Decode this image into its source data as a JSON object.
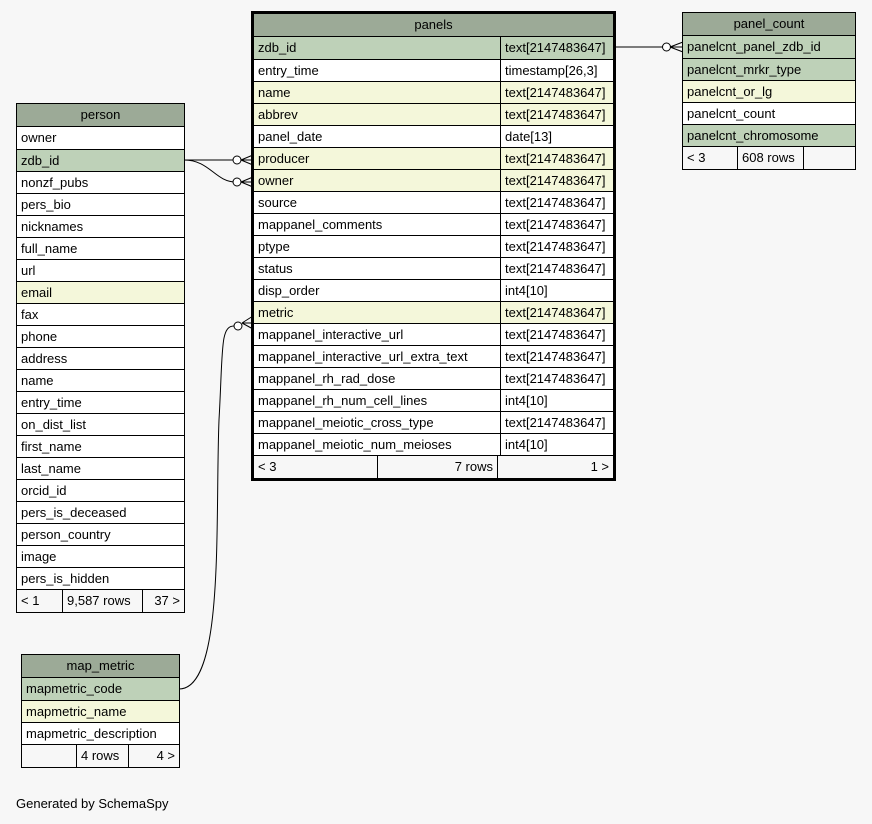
{
  "tables": {
    "panels": {
      "title": "panels",
      "columns": [
        {
          "name": "zdb_id",
          "type": "text[2147483647]",
          "kind": "pk"
        },
        {
          "name": "entry_time",
          "type": "timestamp[26,3]",
          "kind": "plain"
        },
        {
          "name": "name",
          "type": "text[2147483647]",
          "kind": "fk"
        },
        {
          "name": "abbrev",
          "type": "text[2147483647]",
          "kind": "fk"
        },
        {
          "name": "panel_date",
          "type": "date[13]",
          "kind": "plain"
        },
        {
          "name": "producer",
          "type": "text[2147483647]",
          "kind": "fk"
        },
        {
          "name": "owner",
          "type": "text[2147483647]",
          "kind": "fk"
        },
        {
          "name": "source",
          "type": "text[2147483647]",
          "kind": "plain"
        },
        {
          "name": "mappanel_comments",
          "type": "text[2147483647]",
          "kind": "plain"
        },
        {
          "name": "ptype",
          "type": "text[2147483647]",
          "kind": "plain"
        },
        {
          "name": "status",
          "type": "text[2147483647]",
          "kind": "plain"
        },
        {
          "name": "disp_order",
          "type": "int4[10]",
          "kind": "plain"
        },
        {
          "name": "metric",
          "type": "text[2147483647]",
          "kind": "fk"
        },
        {
          "name": "mappanel_interactive_url",
          "type": "text[2147483647]",
          "kind": "plain"
        },
        {
          "name": "mappanel_interactive_url_extra_text",
          "type": "text[2147483647]",
          "kind": "plain"
        },
        {
          "name": "mappanel_rh_rad_dose",
          "type": "text[2147483647]",
          "kind": "plain"
        },
        {
          "name": "mappanel_rh_num_cell_lines",
          "type": "int4[10]",
          "kind": "plain"
        },
        {
          "name": "mappanel_meiotic_cross_type",
          "type": "text[2147483647]",
          "kind": "plain"
        },
        {
          "name": "mappanel_meiotic_num_meioses",
          "type": "int4[10]",
          "kind": "plain"
        }
      ],
      "footer": [
        "< 3",
        "7 rows",
        "1 >"
      ]
    },
    "panel_count": {
      "title": "panel_count",
      "columns": [
        {
          "name": "panelcnt_panel_zdb_id",
          "kind": "pk"
        },
        {
          "name": "panelcnt_mrkr_type",
          "kind": "pk"
        },
        {
          "name": "panelcnt_or_lg",
          "kind": "fk"
        },
        {
          "name": "panelcnt_count",
          "kind": "plain"
        },
        {
          "name": "panelcnt_chromosome",
          "kind": "pk"
        }
      ],
      "footer": [
        "< 3",
        "608 rows",
        ""
      ]
    },
    "person": {
      "title": "person",
      "columns": [
        {
          "name": "owner",
          "kind": "plain"
        },
        {
          "name": "zdb_id",
          "kind": "pk"
        },
        {
          "name": "nonzf_pubs",
          "kind": "plain"
        },
        {
          "name": "pers_bio",
          "kind": "plain"
        },
        {
          "name": "nicknames",
          "kind": "plain"
        },
        {
          "name": "full_name",
          "kind": "plain"
        },
        {
          "name": "url",
          "kind": "plain"
        },
        {
          "name": "email",
          "kind": "fk"
        },
        {
          "name": "fax",
          "kind": "plain"
        },
        {
          "name": "phone",
          "kind": "plain"
        },
        {
          "name": "address",
          "kind": "plain"
        },
        {
          "name": "name",
          "kind": "plain"
        },
        {
          "name": "entry_time",
          "kind": "plain"
        },
        {
          "name": "on_dist_list",
          "kind": "plain"
        },
        {
          "name": "first_name",
          "kind": "plain"
        },
        {
          "name": "last_name",
          "kind": "plain"
        },
        {
          "name": "orcid_id",
          "kind": "plain"
        },
        {
          "name": "pers_is_deceased",
          "kind": "plain"
        },
        {
          "name": "person_country",
          "kind": "plain"
        },
        {
          "name": "image",
          "kind": "plain"
        },
        {
          "name": "pers_is_hidden",
          "kind": "plain"
        }
      ],
      "footer": [
        "< 1",
        "9,587 rows",
        "37 >"
      ]
    },
    "map_metric": {
      "title": "map_metric",
      "columns": [
        {
          "name": "mapmetric_code",
          "kind": "pk"
        },
        {
          "name": "mapmetric_name",
          "kind": "fk"
        },
        {
          "name": "mapmetric_description",
          "kind": "plain"
        }
      ],
      "footer": [
        "",
        "4 rows",
        "4 >"
      ]
    }
  },
  "colors": {
    "header": "#9caa97",
    "primary_key": "#bed1b8",
    "foreign_key": "#f4f7da",
    "background": "#f7f7f7"
  },
  "credit": "Generated by SchemaSpy"
}
